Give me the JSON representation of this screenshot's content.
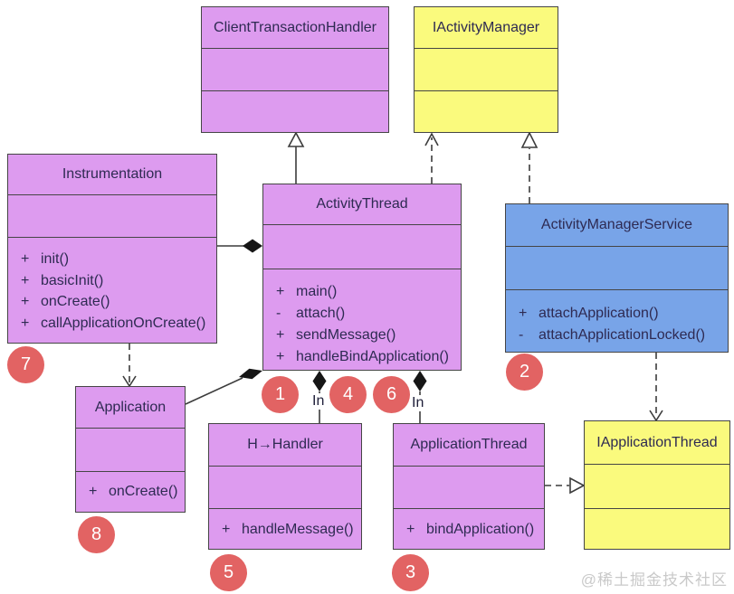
{
  "diagram_title": "ActivityThread / Application startup UML class diagram",
  "colors": {
    "class_purple": "#dd9bef",
    "class_yellow": "#fafa7d",
    "class_blue": "#78a4e8",
    "marker_red": "#e26363",
    "border": "#454545",
    "line": "#3c3c3c",
    "text": "#2e2a52",
    "watermark": "#c9c9c9"
  },
  "classes": {
    "client_transaction_handler": {
      "name": "ClientTransactionHandler"
    },
    "i_activity_manager": {
      "name": "IActivityManager"
    },
    "instrumentation": {
      "name": "Instrumentation",
      "methods": [
        {
          "vis": "+",
          "name": "init()"
        },
        {
          "vis": "+",
          "name": "basicInit()"
        },
        {
          "vis": "+",
          "name": "onCreate()"
        },
        {
          "vis": "+",
          "name": "callApplicationOnCreate()"
        }
      ]
    },
    "activity_thread": {
      "name": "ActivityThread",
      "methods": [
        {
          "vis": "+",
          "name": "main()"
        },
        {
          "vis": "-",
          "name": "attach()"
        },
        {
          "vis": "+",
          "name": "sendMessage()"
        },
        {
          "vis": "+",
          "name": "handleBindApplication()"
        }
      ]
    },
    "activity_manager_service": {
      "name": "ActivityManagerService",
      "methods": [
        {
          "vis": "+",
          "name": "attachApplication()"
        },
        {
          "vis": "-",
          "name": "attachApplicationLocked()"
        }
      ]
    },
    "application": {
      "name": "Application",
      "methods": [
        {
          "vis": "+",
          "name": "onCreate()"
        }
      ]
    },
    "h_handler": {
      "name": "H→Handler",
      "methods": [
        {
          "vis": "+",
          "name": "handleMessage()"
        }
      ]
    },
    "application_thread": {
      "name": "ApplicationThread",
      "methods": [
        {
          "vis": "+",
          "name": "bindApplication()"
        }
      ]
    },
    "i_application_thread": {
      "name": "IApplicationThread"
    }
  },
  "markers": {
    "m1": "1",
    "m2": "2",
    "m3": "3",
    "m4": "4",
    "m5": "5",
    "m6": "6",
    "m7": "7",
    "m8": "8"
  },
  "labels": {
    "in_handler": "In",
    "in_application_thread": "In"
  },
  "watermark": "@稀土掘金技术社区"
}
